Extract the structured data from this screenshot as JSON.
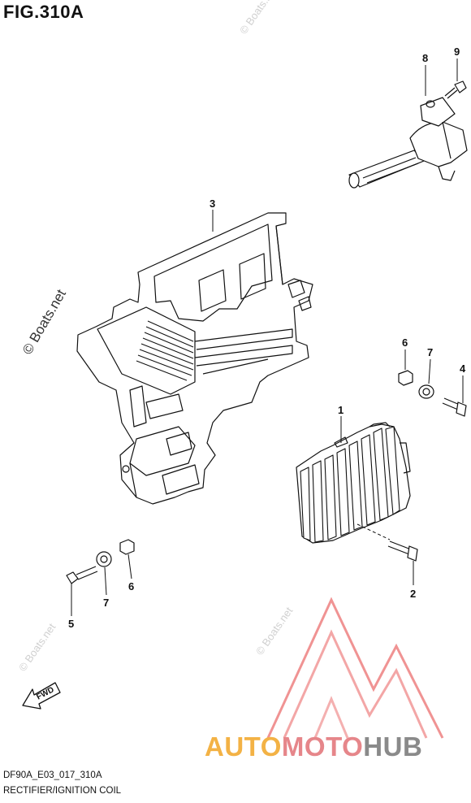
{
  "figure": {
    "title": "FIG.310A",
    "code": "DF90A_E03_017_310A",
    "description": "RECTIFIER/IGNITION COIL"
  },
  "watermark": {
    "main": "© Boats.net",
    "faint": "© Boats.net"
  },
  "direction_label": "FWD",
  "logo": {
    "part1": "AUTO",
    "part2": "MOTO",
    "part3": "HUB",
    "colors": {
      "auto": "#f3b245",
      "moto": "#e6868a",
      "hub": "#8a8a8a",
      "triangle": "#e43a3a"
    }
  },
  "callouts": [
    "1",
    "2",
    "3",
    "4",
    "5",
    "6",
    "7",
    "8",
    "9",
    "6",
    "7"
  ]
}
